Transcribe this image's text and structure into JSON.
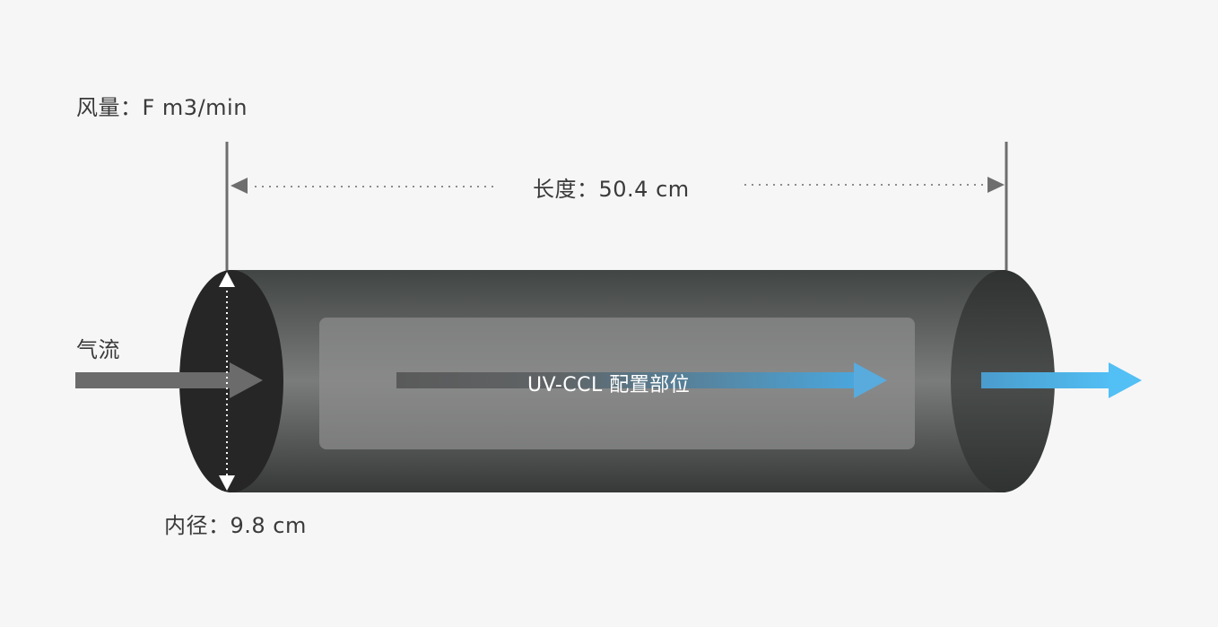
{
  "labels": {
    "airflow_rate": "风量：F m3/min",
    "airflow": "气流",
    "length": "长度：50.4 cm",
    "inner_diameter": "内径：9.8 cm",
    "uv_section": "UV-CCL 配置部位"
  },
  "colors": {
    "background": "#f6f6f6",
    "tube_dark": "#3c3f3e",
    "tube_mid": "#6d706f",
    "inlet_face": "#262626",
    "outlet_face": "#383b3a",
    "inlet_arrow": "#6b6b6b",
    "outlet_arrow": "#4fb8f2",
    "dimension_line": "#6e6e6e"
  }
}
